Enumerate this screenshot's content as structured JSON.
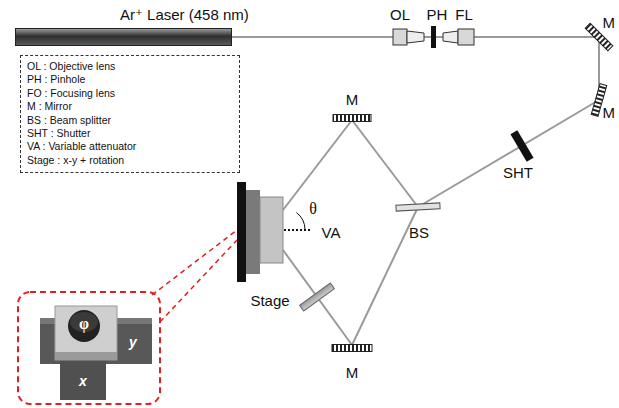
{
  "diagram": {
    "nodes": [
      {
        "text": [
          "Ar⁺ Laser (458 nm)"
        ]
      },
      {
        "text": [
          "OL : Objective lens",
          "PH : Pinhole",
          "FO : Focusing lens",
          "M : Mirror",
          "BS : Beam splitter",
          "SHT : Shutter",
          "VA : Variable attenuator",
          "Stage : x-y + rotation"
        ]
      }
    ],
    "labels": [
      "OL",
      "PH",
      "FL",
      "M",
      "M",
      "M",
      "θ",
      "SHT",
      "BS",
      "VA",
      "Stage",
      "M",
      "φ",
      "y",
      "x"
    ]
  }
}
